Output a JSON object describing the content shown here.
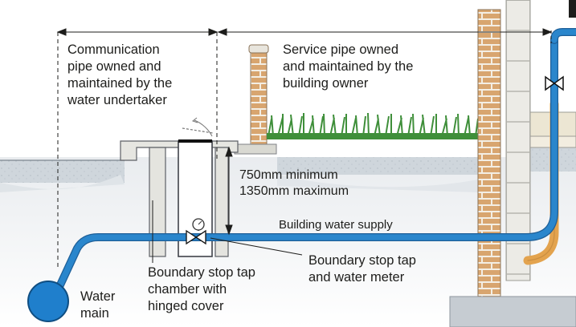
{
  "labels": {
    "communication_pipe": "Communication\npipe owned and\nmaintained by the\nwater undertaker",
    "service_pipe": "Service pipe owned\nand maintained by the\nbuilding owner",
    "depth": "750mm minimum\n1350mm maximum",
    "building_supply": "Building water supply",
    "stop_tap_meter": "Boundary stop tap\nand water meter",
    "stop_tap_chamber": "Boundary stop tap\nchamber with\nhinged cover",
    "water_main": "Water\nmain"
  },
  "colors": {
    "pipe_blue": "#2a86cc",
    "pipe_orange": "#e3a34e",
    "ground_grey": "#cfd5db",
    "brick": "#d6a36e",
    "grass": "#3f8f3a",
    "wall_block": "#ecebe6"
  },
  "icons": {
    "stop_tap": "valve-icon",
    "meter": "gauge-icon",
    "building_valve": "valve-icon"
  }
}
